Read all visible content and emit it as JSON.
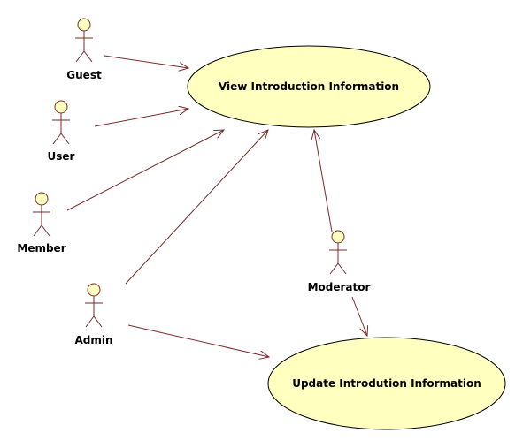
{
  "colors": {
    "fill": "#ffffc0",
    "stroke": "#7a2a2a",
    "outline": "#000000"
  },
  "actors": [
    {
      "id": "guest",
      "name": "Guest"
    },
    {
      "id": "user",
      "name": "User"
    },
    {
      "id": "member",
      "name": "Member"
    },
    {
      "id": "admin",
      "name": "Admin"
    },
    {
      "id": "moderator",
      "name": "Moderator"
    }
  ],
  "use_cases": [
    {
      "id": "view",
      "name": "View Introduction Information"
    },
    {
      "id": "update",
      "name": "Update Introdution Information"
    }
  ],
  "associations": [
    {
      "from": "guest",
      "to": "view"
    },
    {
      "from": "user",
      "to": "view"
    },
    {
      "from": "member",
      "to": "view"
    },
    {
      "from": "admin",
      "to": "view"
    },
    {
      "from": "admin",
      "to": "update"
    },
    {
      "from": "moderator",
      "to": "view"
    },
    {
      "from": "moderator",
      "to": "update"
    }
  ]
}
